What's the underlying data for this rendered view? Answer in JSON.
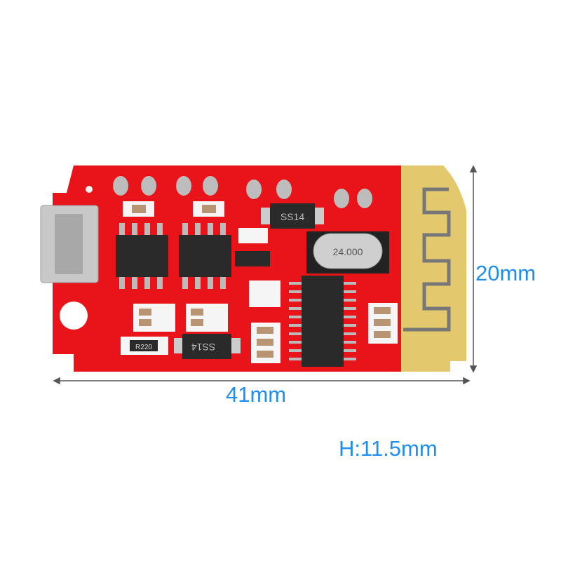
{
  "dimensions": {
    "length": "41mm",
    "width": "20mm",
    "height": "H:11.5mm"
  },
  "board": {
    "diode_marking": "SS14",
    "crystal_marking": "24.000",
    "resistor_marking": "R220",
    "colors": {
      "pcb": "#e8141a",
      "antenna_gold": "#e3c86e",
      "chip": "#2a2a2a",
      "label_blue": "#1f8ef1"
    }
  }
}
